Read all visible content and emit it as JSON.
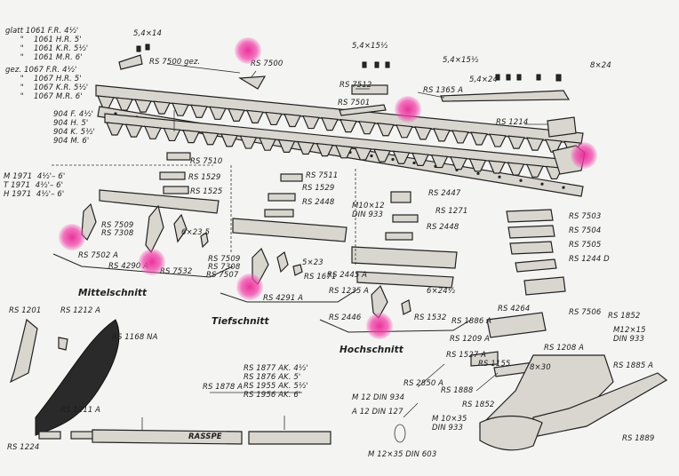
{
  "diagram": {
    "header_blocks": {
      "glatt": "glatt 1061 F.R. 4½'\n      \"    1061 H.R. 5'\n      \"    1061 K.R. 5½'\n      \"    1061 M.R. 6'",
      "gez": "gez. 1067 F.R. 4½'\n      \"    1067 H.R. 5'\n      \"    1067 K.R. 5½'\n      \"    1067 M.R. 6'",
      "bar904": "904 F. 4½'\n904 H. 5'\n904 K. 5½'\n904 M. 6'",
      "m1971": "M 1971  4½'– 6'\nT 1971  4½'– 6'\nH 1971  4½'– 6'",
      "rs1877": "RS 1877 AK. 4½'\nRS 1876 AK. 5'\nRS 1955 AK. 5½'\nRS 1956 AK. 6'"
    },
    "labels": {
      "dim_54x14": "5,4×14",
      "rs7500gez": "RS 7500 gez.",
      "rs7500": "RS 7500",
      "dim_54x15b": "5,4×15½",
      "rs7512": "RS 7512",
      "rs7501": "RS 7501",
      "rs1365a": "RS 1365 A",
      "dim_54x15c": "5,4×15½",
      "dim_54x24": "5,4×24",
      "dim_8x24": "8×24",
      "rs1214": "RS 1214",
      "rs7510": "RS 7510",
      "rs1529a": "RS 1529",
      "rs1525": "RS 1525",
      "rs7511": "RS 7511",
      "rs1529b": "RS 1529",
      "rs2448a": "RS 2448",
      "rs2447": "RS 2447",
      "m10x12": "M10×12",
      "din933a": "DIN 933",
      "rs1271": "RS 1271",
      "rs2448b": "RS 2448",
      "rs7509a": "RS 7509",
      "rs7308": "RS 7308",
      "dim_6x23a": "6×23,5",
      "rs7502a": "RS 7502 A",
      "rs4290a": "RS 4290 A",
      "rs7532": "RS 7532",
      "rs7509b": "RS 7509",
      "rs7508": "RS 7308",
      "rs7507": "RS 7507",
      "dim_5x23": "5×23",
      "rs1671": "RS 1671",
      "rs4291a": "RS 4291 A",
      "rs2445a": "RS 2445 A",
      "rs1235a": "RS 1235 A",
      "dim_6x24": "6×24½",
      "rs2446": "RS 2446",
      "rs1532": "RS 1532",
      "rs7503": "RS 7503",
      "rs7504": "RS 7504",
      "rs7505": "RS 7505",
      "rs1244d": "RS 1244 D",
      "rs4264": "RS 4264",
      "rs7506": "RS 7506",
      "rs1852a": "RS 1852",
      "rs1886a": "RS 1886 A",
      "m12x15": "M12×15",
      "din933b": "DIN 933",
      "rs1209a": "RS 1209 A",
      "rs1208a": "RS 1208 A",
      "rs1527a": "RS 1527 A",
      "rs1885a": "RS 1885 A",
      "rs1155": "RS 1155",
      "dim_8x30": "8×30",
      "rs1201": "RS 1201",
      "rs1212a": "RS 1212 A",
      "rs1168na": "RS 1168 NA",
      "rs1211a": "RS 1211 A",
      "rs1224": "RS 1224",
      "rs1878a": "RS 1878 A",
      "rs2850a": "RS 2850 A",
      "rs1888": "RS 1888",
      "m12din934": "M 12 DIN 934",
      "a12din127": "A 12 DIN 127",
      "rs1852b": "RS 1852",
      "m10x35": "M 10×35",
      "din933c": "DIN 933",
      "m12x35": "M 12×35 DIN 603",
      "rs1889": "RS 1889",
      "rassle": "RASSPE"
    },
    "sections": {
      "mittel": "Mittelschnitt",
      "tief": "Tiefschnitt",
      "hoch": "Hochschnitt"
    }
  },
  "highlight_color": "#ee2a96"
}
